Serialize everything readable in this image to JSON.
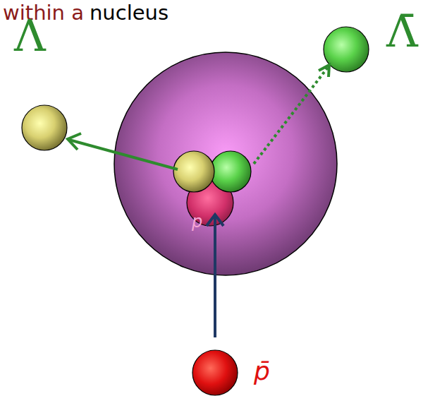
{
  "diagram": {
    "labels": [
      "within a",
      "nucleus",
      "Λ",
      "Λ̄",
      "p",
      "p̄"
    ]
  }
}
